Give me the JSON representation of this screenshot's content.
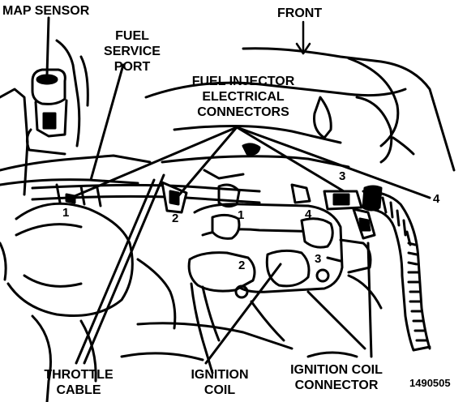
{
  "labels": {
    "map_sensor": "MAP SENSOR",
    "front": "FRONT",
    "fuel_service_port": "FUEL\nSERVICE\nPORT",
    "fuel_injector_connectors": "FUEL INJECTOR\nELECTRICAL\nCONNECTORS",
    "throttle_cable": "THROTTLE\nCABLE",
    "ignition_coil": "IGNITION\nCOIL",
    "ignition_coil_connector": "IGNITION COIL\nCONNECTOR",
    "figure_number": "1490505"
  },
  "callouts": {
    "injector_1": "1",
    "injector_2": "2",
    "injector_3": "3",
    "injector_4": "4",
    "coil_1": "1",
    "coil_2": "2",
    "coil_3": "3",
    "coil_4": "4"
  },
  "colors": {
    "ink": "#000000",
    "paper": "#ffffff"
  }
}
